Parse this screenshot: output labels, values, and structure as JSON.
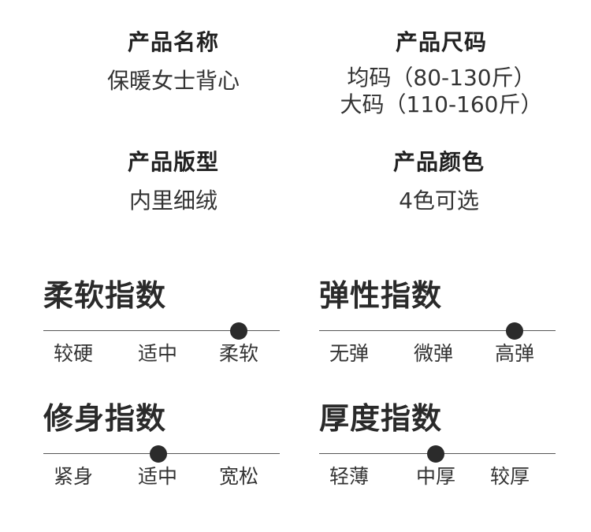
{
  "product_info": {
    "name": {
      "label": "产品名称",
      "value": "保暖女士背心"
    },
    "size": {
      "label": "产品尺码",
      "values": [
        "均码（80-130斤）",
        "大码（110-160斤）"
      ]
    },
    "fit": {
      "label": "产品版型",
      "value": "内里细绒"
    },
    "color": {
      "label": "产品颜色",
      "value": "4色可选"
    }
  },
  "indices": {
    "softness": {
      "title": "柔软指数",
      "levels": [
        "较硬",
        "适中",
        "柔软"
      ],
      "selected": "柔软"
    },
    "elasticity": {
      "title": "弹性指数",
      "levels": [
        "无弹",
        "微弹",
        "高弹"
      ],
      "selected": "高弹"
    },
    "fit": {
      "title": "修身指数",
      "levels": [
        "紧身",
        "适中",
        "宽松"
      ],
      "selected": "适中"
    },
    "thickness": {
      "title": "厚度指数",
      "levels": [
        "轻薄",
        "中厚",
        "较厚"
      ],
      "selected": "中厚"
    }
  }
}
